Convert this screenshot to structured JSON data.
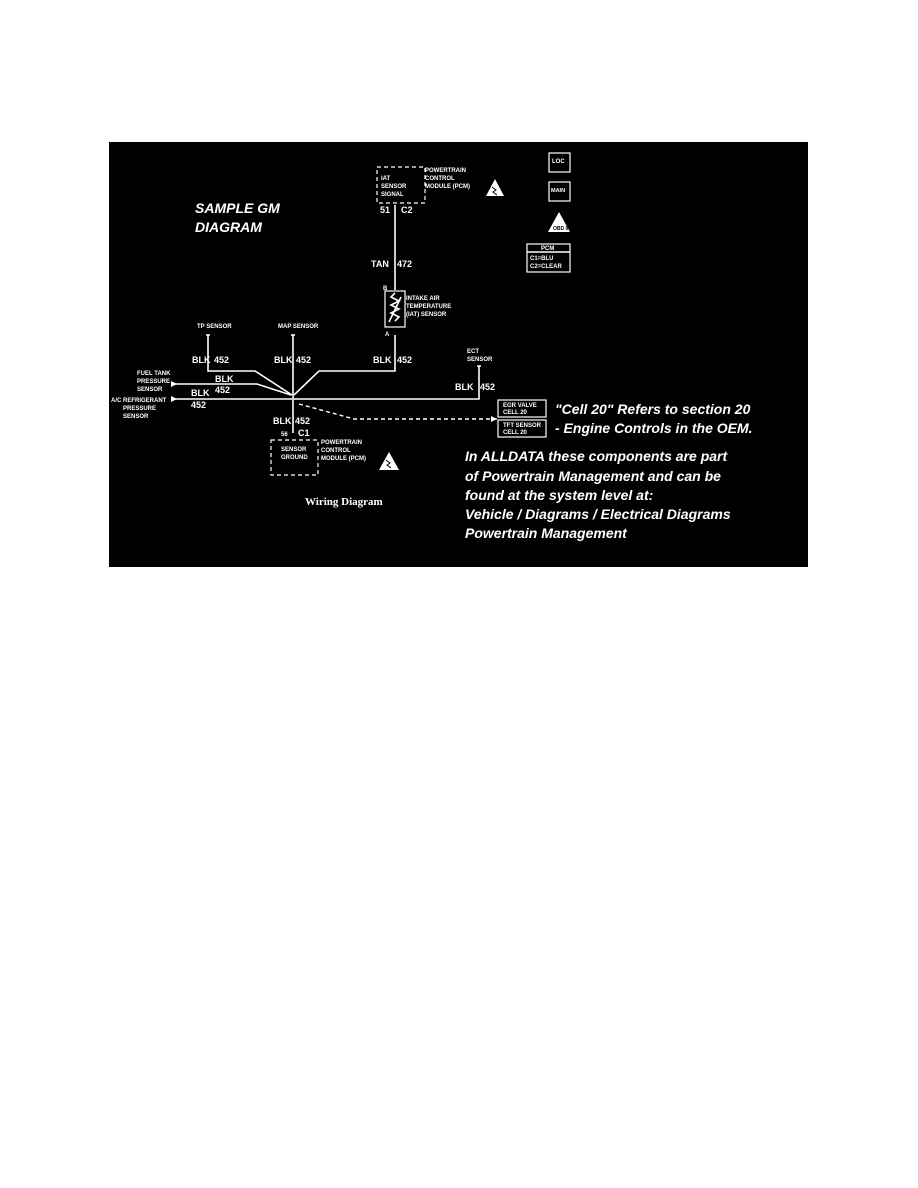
{
  "title": [
    "SAMPLE GM",
    "DIAGRAM"
  ],
  "pcm_top": {
    "box_lines": [
      "IAT",
      "SENSOR",
      "SIGNAL"
    ],
    "module_lines": [
      "POWERTRAIN",
      "CONTROL",
      "MODULE (PCM)"
    ],
    "pin": "51",
    "connector": "C2"
  },
  "iat_wire": {
    "color": "TAN",
    "circuit": "472"
  },
  "iat_sensor": {
    "pin_b": "B",
    "pin_a": "A",
    "lines": [
      "INTAKE AIR",
      "TEMPERATURE",
      "(IAT) SENSOR"
    ]
  },
  "sensors": {
    "tp": "TP SENSOR",
    "map": "MAP SENSOR",
    "ect": [
      "ECT",
      "SENSOR"
    ],
    "fuel_tank": [
      "FUEL TANK",
      "PRESSURE",
      "SENSOR"
    ],
    "ac_refrigerant": [
      "A/C REFRIGERANT",
      "PRESSURE",
      "SENSOR"
    ]
  },
  "wire_labels": {
    "tp": {
      "color": "BLK",
      "circuit": "452"
    },
    "map": {
      "color": "BLK",
      "circuit": "452"
    },
    "iat": {
      "color": "BLK",
      "circuit": "452"
    },
    "ect": {
      "color": "BLK",
      "circuit": "452"
    },
    "fuel_color": "BLK",
    "fuel_circuit": "452",
    "ac_color": "BLK",
    "ac_circuit": "452",
    "ground": {
      "color": "BLK",
      "circuit": "452"
    }
  },
  "pcm_bottom": {
    "pin": "56",
    "connector": "C1",
    "box_lines": [
      "SENSOR",
      "GROUND"
    ],
    "module_lines": [
      "POWERTRAIN",
      "CONTROL",
      "MODULE (PCM)"
    ]
  },
  "cell_refs": [
    [
      "EGR VALVE",
      "CELL 20"
    ],
    [
      "TFT SENSOR",
      "CELL 20"
    ]
  ],
  "legend": {
    "loc_icon": "LOC",
    "main_icon": "MAIN",
    "obd_icon": "OBD II",
    "pcm_table": {
      "header": "PCM",
      "rows": [
        "C1=BLU",
        "C2=CLEAR"
      ]
    }
  },
  "caption": "Wiring Diagram",
  "notes": {
    "cell": [
      "\"Cell 20\" Refers to section 20",
      "- Engine Controls in the OEM."
    ],
    "alldata": [
      "In ALLDATA these components are part",
      "of Powertrain Management and can be",
      "found at the system level at:",
      "Vehicle / Diagrams / Electrical Diagrams",
      "Powertrain Management"
    ]
  },
  "colors": {
    "background": "#000000",
    "ink": "#ffffff",
    "page": "#ffffff"
  }
}
